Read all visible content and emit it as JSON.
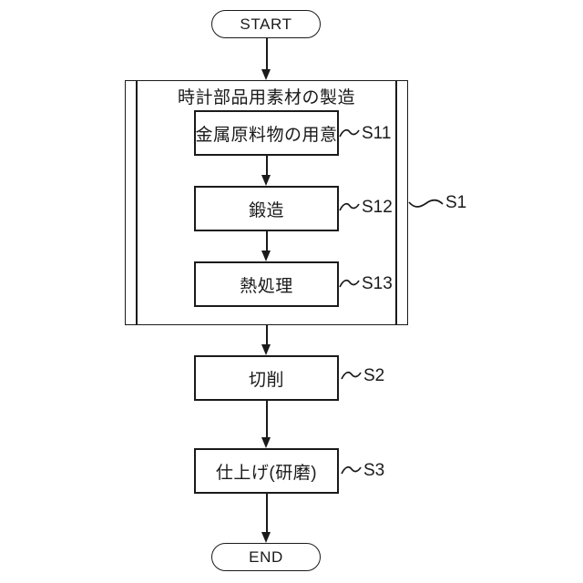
{
  "flowchart": {
    "start_label": "START",
    "end_label": "END",
    "group": {
      "title": "時計部品用素材の製造",
      "ref": "S1",
      "steps": [
        {
          "label": "金属原料物の用意",
          "ref": "S11"
        },
        {
          "label": "鍛造",
          "ref": "S12"
        },
        {
          "label": "熱処理",
          "ref": "S13"
        }
      ]
    },
    "steps": [
      {
        "label": "切削",
        "ref": "S2"
      },
      {
        "label": "仕上げ(研磨)",
        "ref": "S3"
      }
    ],
    "colors": {
      "line": "#1a1a1a",
      "background": "#ffffff"
    }
  }
}
